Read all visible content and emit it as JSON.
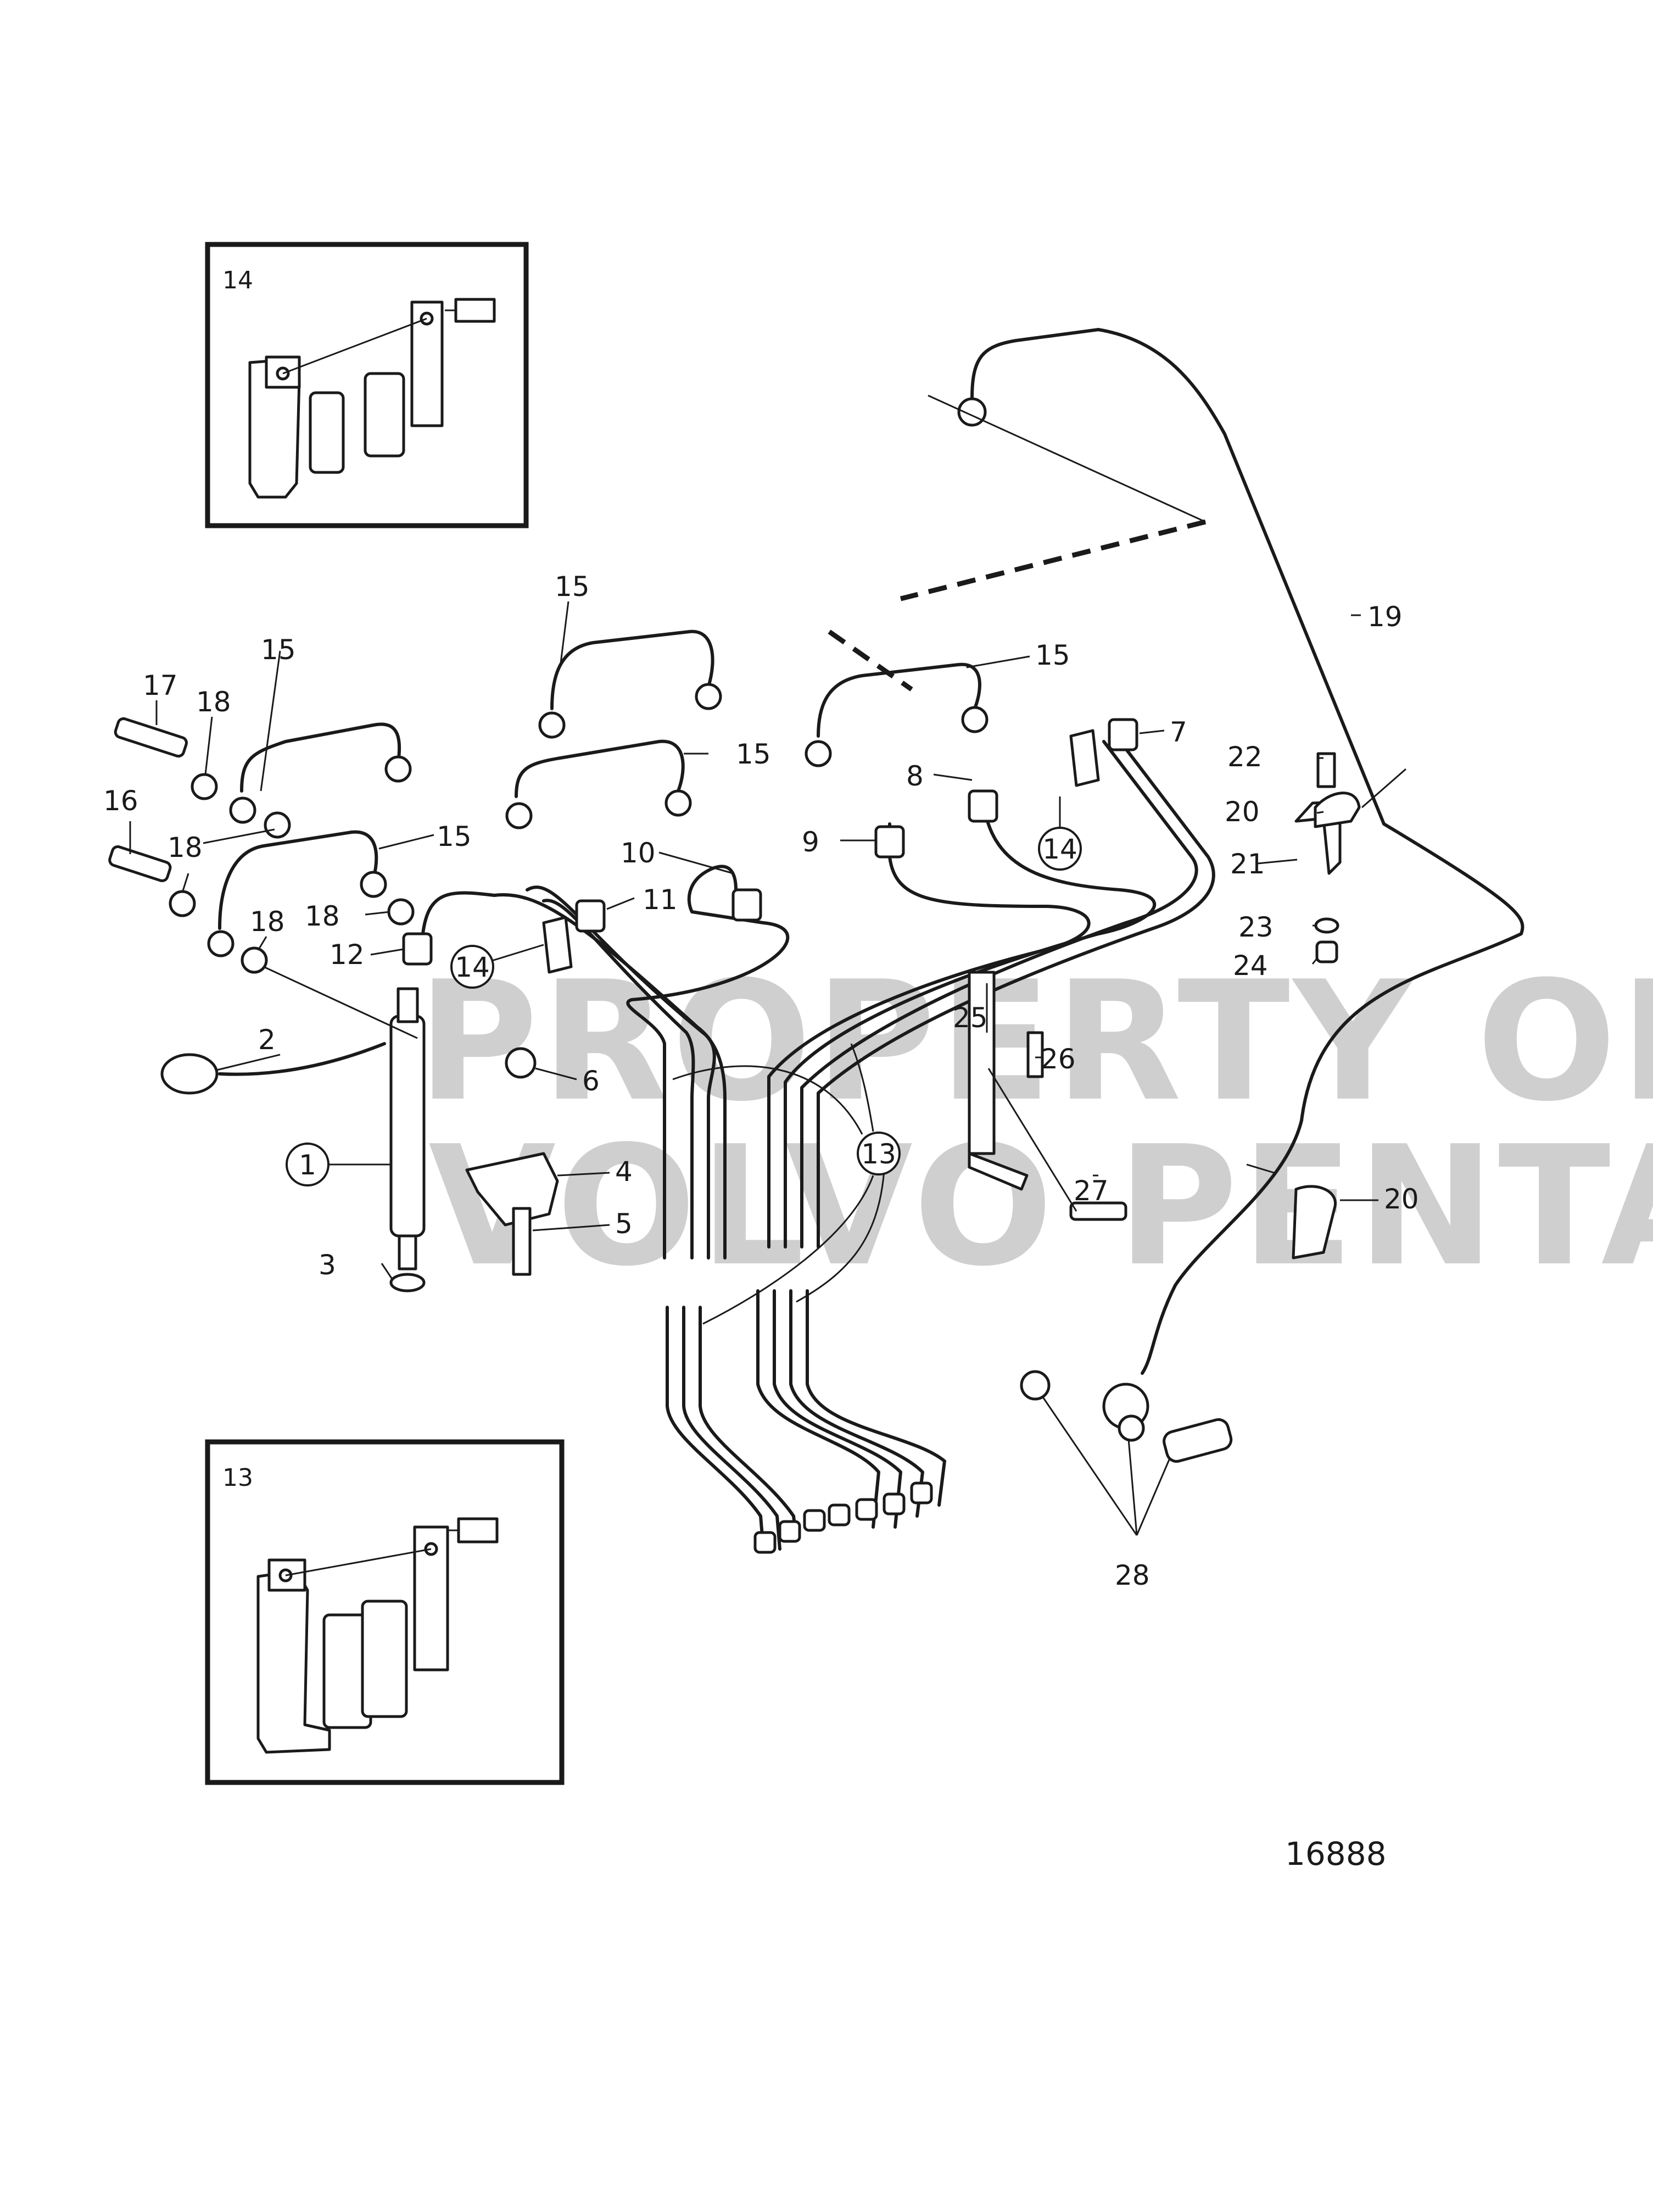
{
  "figure_number": "16888",
  "watermark": [
    "PROPERTY OF",
    "VOLVO PENTA"
  ],
  "inset_boxes": [
    {
      "id": "inset-14",
      "label": "14"
    },
    {
      "id": "inset-13",
      "label": "13"
    }
  ],
  "callouts": [
    {
      "id": "c1",
      "text": "1",
      "circled": true
    },
    {
      "id": "c2",
      "text": "2",
      "circled": false
    },
    {
      "id": "c3",
      "text": "3",
      "circled": false
    },
    {
      "id": "c4",
      "text": "4",
      "circled": false
    },
    {
      "id": "c5",
      "text": "5",
      "circled": false
    },
    {
      "id": "c6",
      "text": "6",
      "circled": false
    },
    {
      "id": "c7",
      "text": "7",
      "circled": false
    },
    {
      "id": "c8",
      "text": "8",
      "circled": false
    },
    {
      "id": "c9",
      "text": "9",
      "circled": false
    },
    {
      "id": "c10",
      "text": "10",
      "circled": false
    },
    {
      "id": "c11",
      "text": "11",
      "circled": false
    },
    {
      "id": "c12",
      "text": "12",
      "circled": false
    },
    {
      "id": "c13",
      "text": "13",
      "circled": true
    },
    {
      "id": "c14a",
      "text": "14",
      "circled": true
    },
    {
      "id": "c14b",
      "text": "14",
      "circled": true
    },
    {
      "id": "c15a",
      "text": "15",
      "circled": false
    },
    {
      "id": "c15b",
      "text": "15",
      "circled": false
    },
    {
      "id": "c15c",
      "text": "15",
      "circled": false
    },
    {
      "id": "c15d",
      "text": "15",
      "circled": false
    },
    {
      "id": "c15e",
      "text": "15",
      "circled": false
    },
    {
      "id": "c16",
      "text": "16",
      "circled": false
    },
    {
      "id": "c17",
      "text": "17",
      "circled": false
    },
    {
      "id": "c18a",
      "text": "18",
      "circled": false
    },
    {
      "id": "c18b",
      "text": "18",
      "circled": false
    },
    {
      "id": "c18c",
      "text": "18",
      "circled": false
    },
    {
      "id": "c18d",
      "text": "18",
      "circled": false
    },
    {
      "id": "c19",
      "text": "19",
      "circled": false
    },
    {
      "id": "c20a",
      "text": "20",
      "circled": false
    },
    {
      "id": "c20b",
      "text": "20",
      "circled": false
    },
    {
      "id": "c21",
      "text": "21",
      "circled": false
    },
    {
      "id": "c22",
      "text": "22",
      "circled": false
    },
    {
      "id": "c23",
      "text": "23",
      "circled": false
    },
    {
      "id": "c24",
      "text": "24",
      "circled": false
    },
    {
      "id": "c25",
      "text": "25",
      "circled": false
    },
    {
      "id": "c26",
      "text": "26",
      "circled": false
    },
    {
      "id": "c27",
      "text": "27",
      "circled": false
    },
    {
      "id": "c28",
      "text": "28",
      "circled": false
    }
  ]
}
